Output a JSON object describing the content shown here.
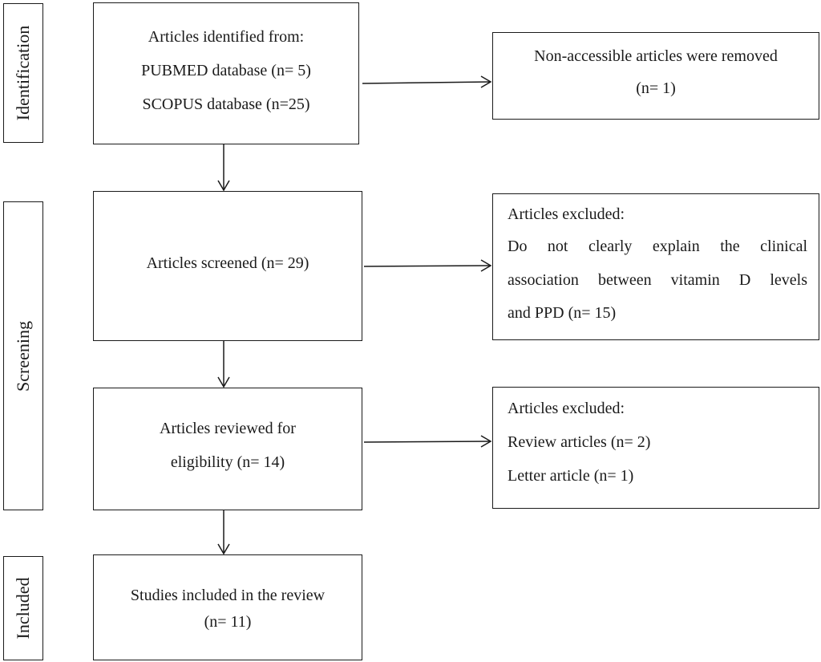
{
  "stages": {
    "identification": "Identification",
    "screening": "Screening",
    "included": "Included"
  },
  "identified": {
    "line1": "Articles identified from:",
    "line2": "PUBMED database (n= 5)",
    "line3": "SCOPUS database (n=25)"
  },
  "removed": {
    "line1": "Non-accessible articles were removed",
    "line2": "(n= 1)"
  },
  "screened": {
    "line1": "Articles screened (n= 29)"
  },
  "excluded1": {
    "line1": "Articles excluded:",
    "line2": "Do not clearly explain the clinical",
    "line3": "association between vitamin D levels",
    "line4": "and PPD (n= 15)"
  },
  "eligibility": {
    "line1": "Articles reviewed for",
    "line2": "eligibility (n= 14)"
  },
  "excluded2": {
    "line1": "Articles excluded:",
    "line2": "Review articles (n= 2)",
    "line3": "Letter article (n= 1)"
  },
  "included_box": {
    "line1": "Studies included in the review",
    "line2": "(n= 11)"
  }
}
